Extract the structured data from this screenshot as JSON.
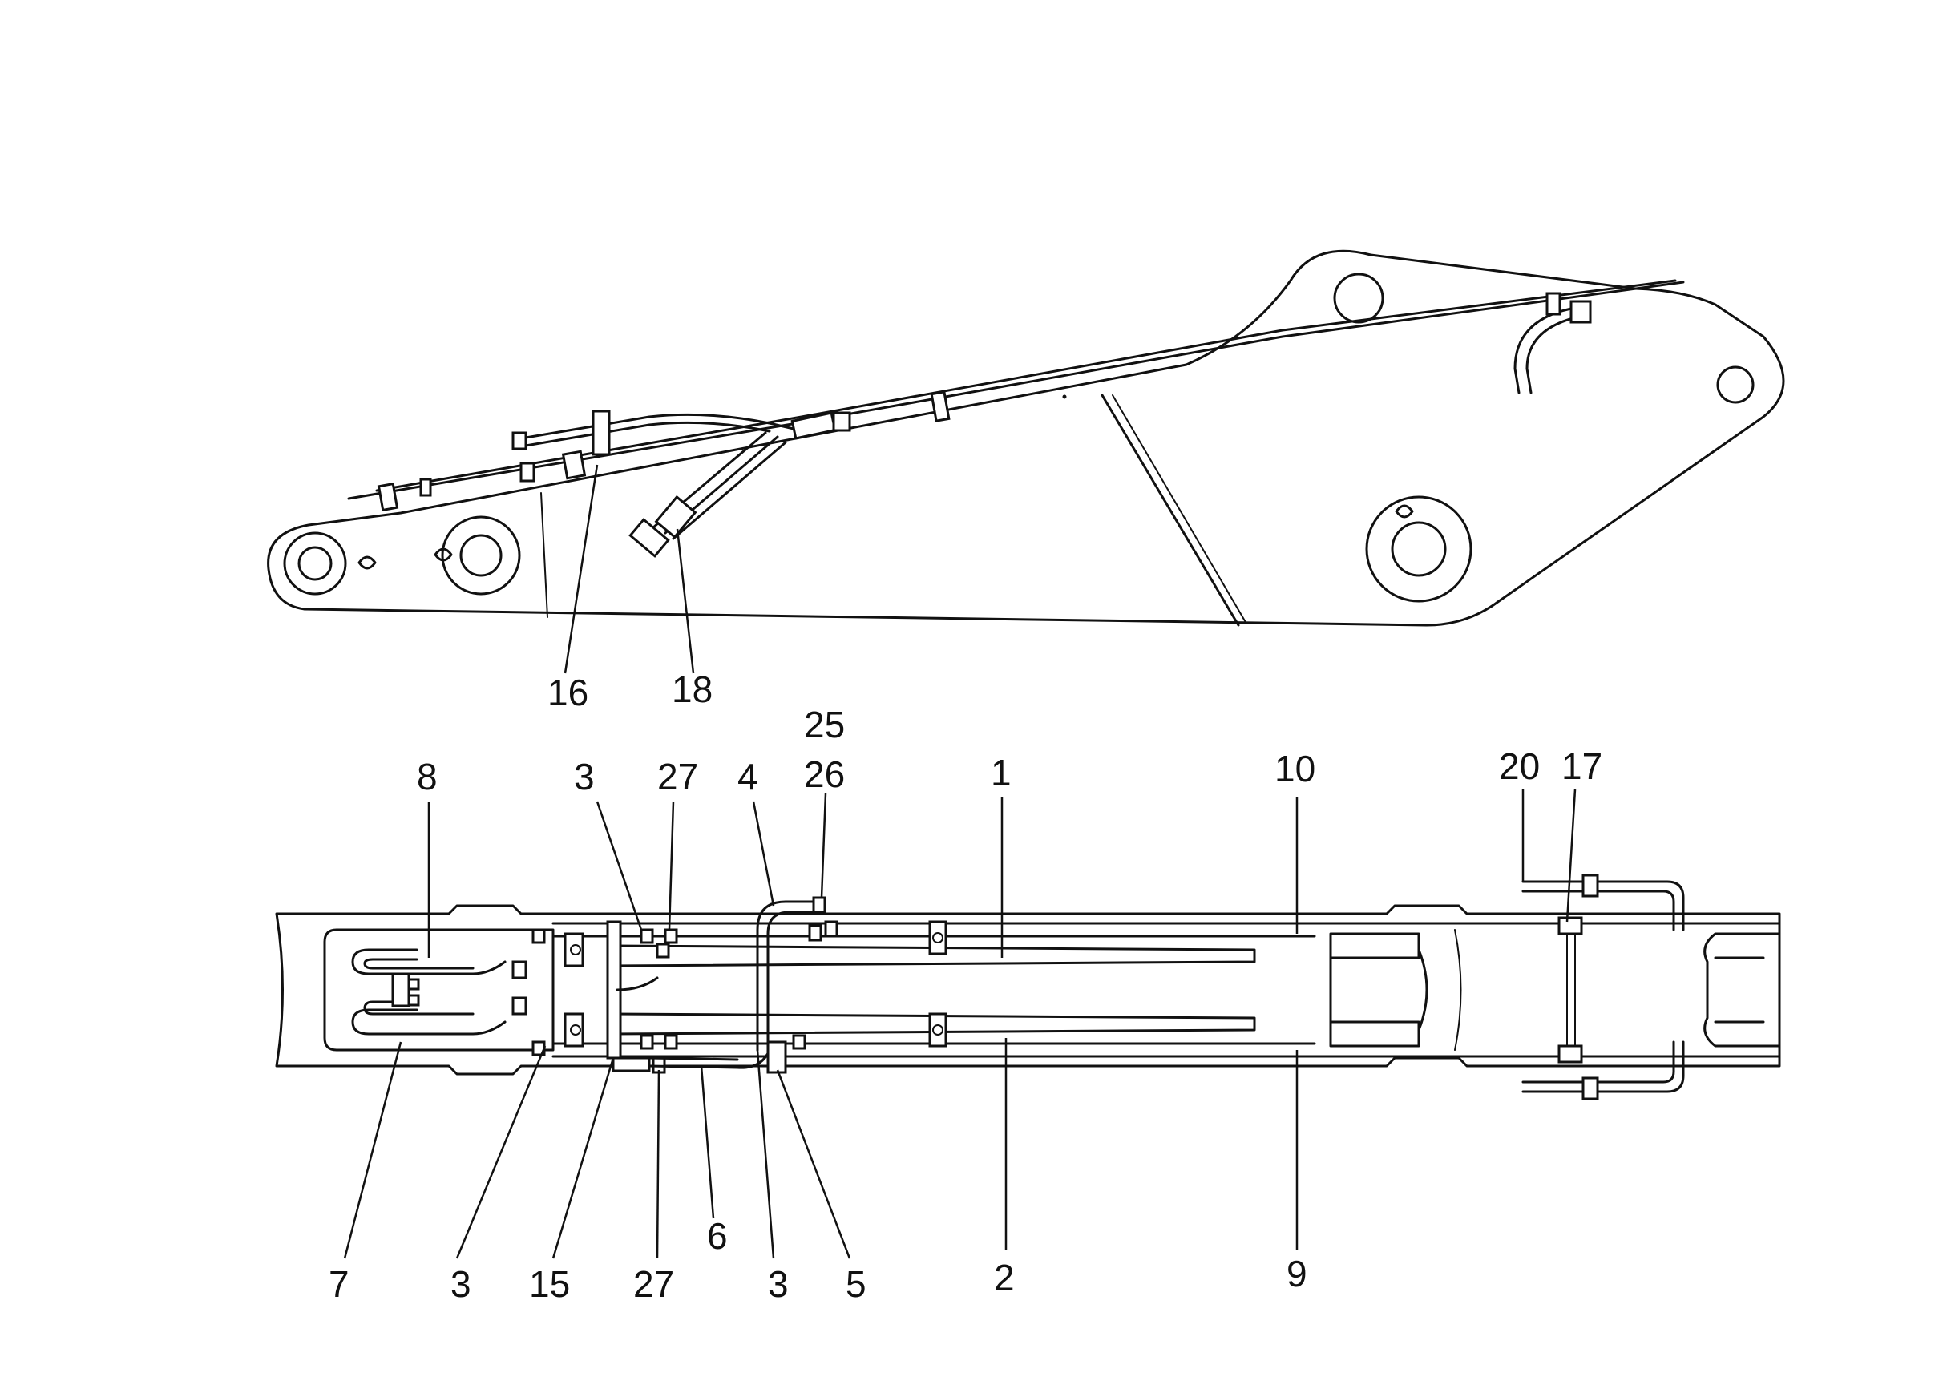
{
  "top_view_labels": [
    {
      "id": "16",
      "text": "16"
    },
    {
      "id": "18",
      "text": "18"
    }
  ],
  "bottom_view_top_labels": [
    {
      "id": "8",
      "text": "8"
    },
    {
      "id": "3a",
      "text": "3"
    },
    {
      "id": "27a",
      "text": "27"
    },
    {
      "id": "4",
      "text": "4"
    },
    {
      "id": "25",
      "text": "25"
    },
    {
      "id": "26",
      "text": "26"
    },
    {
      "id": "1",
      "text": "1"
    },
    {
      "id": "10",
      "text": "10"
    },
    {
      "id": "20",
      "text": "20"
    },
    {
      "id": "17",
      "text": "17"
    }
  ],
  "bottom_view_bottom_labels": [
    {
      "id": "7",
      "text": "7"
    },
    {
      "id": "3b",
      "text": "3"
    },
    {
      "id": "15",
      "text": "15"
    },
    {
      "id": "27b",
      "text": "27"
    },
    {
      "id": "6",
      "text": "6"
    },
    {
      "id": "3c",
      "text": "3"
    },
    {
      "id": "5",
      "text": "5"
    },
    {
      "id": "2",
      "text": "2"
    },
    {
      "id": "9",
      "text": "9"
    }
  ]
}
